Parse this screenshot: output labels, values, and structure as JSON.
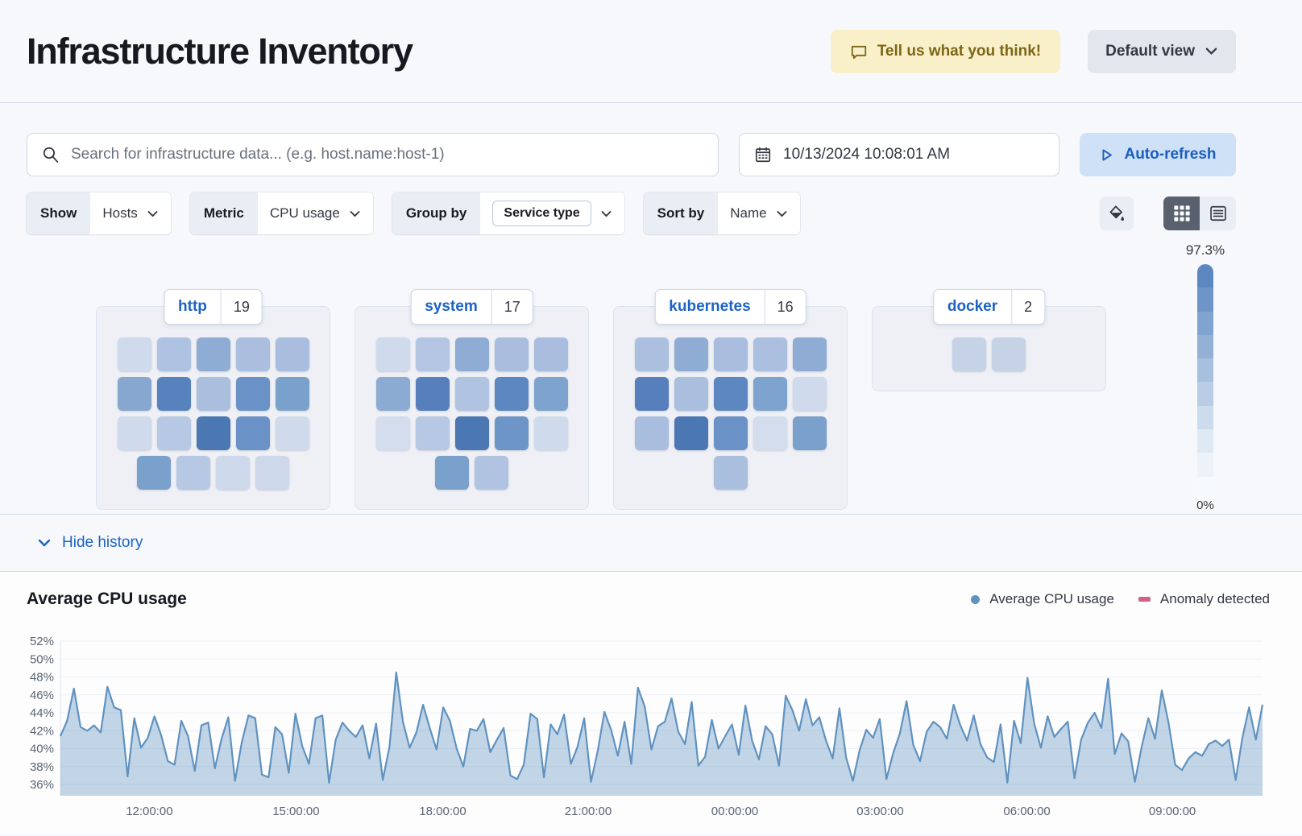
{
  "header": {
    "title": "Infrastructure Inventory",
    "feedback_label": "Tell us what you think!",
    "view_label": "Default view"
  },
  "toolbar": {
    "search_placeholder": "Search for infrastructure data... (e.g. host.name:host-1)",
    "datetime": "10/13/2024 10:08:01 AM",
    "autorefresh_label": "Auto-refresh"
  },
  "filters": {
    "show_label": "Show",
    "show_value": "Hosts",
    "metric_label": "Metric",
    "metric_value": "CPU usage",
    "groupby_label": "Group by",
    "groupby_value": "Service type",
    "sortby_label": "Sort by",
    "sortby_value": "Name"
  },
  "icons": {
    "feedback": "speech-bubble",
    "view_caret": "chevron-down",
    "search": "magnifier",
    "date": "calendar",
    "autorefresh": "play-outline",
    "fill_color": "paint-bucket",
    "view_grid": "grid-3x3",
    "view_table": "table-list",
    "history_caret": "chevron-down"
  },
  "colors": {
    "accent_blue": "#1d63c4",
    "warning_bg": "#f9efc9",
    "warning_text": "#7c6716",
    "autorefresh_bg": "#cfe1f6",
    "chart_line": "#6092c0",
    "anomaly": "#d36086"
  },
  "scale": {
    "max_label": "97.3%",
    "min_label": "0%",
    "gradient": [
      "#5d87c0",
      "#6e95c8",
      "#80a3cf",
      "#93b1d7",
      "#a6c0de",
      "#b9cee6",
      "#ccdced",
      "#dfe9f4",
      "#edf2f9",
      "#f7fafd"
    ]
  },
  "groups": [
    {
      "name": "http",
      "count": "19",
      "rows": [
        [
          "#cfdbec",
          "#aec3e1",
          "#8fadd4",
          "#aabfde",
          "#a9bedf"
        ],
        [
          "#87a7d0",
          "#5882be",
          "#aabfde",
          "#6b92c6",
          "#7aa0cc"
        ],
        [
          "#cfdbec",
          "#b6c8e3",
          "#4b77b2",
          "#6b92c6",
          "#cfdbec"
        ],
        [
          "#7aa0cc",
          "#b6c8e3",
          "#cdd9ea",
          "#cdd9ea"
        ]
      ]
    },
    {
      "name": "system",
      "count": "17",
      "rows": [
        [
          "#cfdbec",
          "#b3c5e2",
          "#8fadd4",
          "#a9bedf",
          "#a9bedf"
        ],
        [
          "#8cabd2",
          "#567fbc",
          "#b0c3e0",
          "#5d87c0",
          "#7ea3ce"
        ],
        [
          "#d3ddee",
          "#b6c8e3",
          "#4b77b2",
          "#6e95c8",
          "#cfdbec"
        ],
        [
          "#7aa0cc",
          "#b0c3e0"
        ]
      ]
    },
    {
      "name": "kubernetes",
      "count": "16",
      "rows": [
        [
          "#abc0df",
          "#8fadd4",
          "#a9bedf",
          "#abc0df",
          "#8fadd4"
        ],
        [
          "#567fbc",
          "#aabfde",
          "#5d87c0",
          "#7ea3ce",
          "#cfdbec"
        ],
        [
          "#a9bedf",
          "#4b77b2",
          "#6b92c6",
          "#d3ddee",
          "#7aa0cc"
        ],
        [
          "#aabfde"
        ]
      ]
    },
    {
      "name": "docker",
      "count": "2",
      "rows": [
        [
          "#c6d2e6",
          "#c6d2e6"
        ]
      ]
    }
  ],
  "history": {
    "toggle_label": "Hide history"
  },
  "chart": {
    "title": "Average CPU usage",
    "legend": [
      {
        "label": "Average CPU usage",
        "color": "#6092c0",
        "shape": "dot"
      },
      {
        "label": "Anomaly detected",
        "color": "#d36086",
        "shape": "bar"
      }
    ]
  },
  "chart_data": {
    "type": "area",
    "title": "Average CPU usage",
    "ylabel": "Average CPU usage (%)",
    "ylim": [
      34.5,
      53
    ],
    "yticks": [
      52,
      50,
      48,
      46,
      44,
      42,
      40,
      38,
      36
    ],
    "ytick_labels": [
      "52%",
      "50%",
      "48%",
      "46%",
      "44%",
      "42%",
      "40%",
      "38%",
      "36%"
    ],
    "xticks": [
      "12:00:00",
      "15:00:00",
      "18:00:00",
      "21:00:00",
      "00:00:00",
      "03:00:00",
      "06:00:00",
      "09:00:00"
    ],
    "grid": true,
    "legend_position": "top-right",
    "series": [
      {
        "name": "Average CPU usage",
        "values": [
          41.4,
          43.1,
          46.7,
          42.4,
          42.0,
          42.6,
          41.8,
          46.9,
          44.6,
          44.3,
          36.9,
          43.4,
          40.1,
          41.2,
          43.6,
          41.5,
          38.6,
          38.2,
          43.1,
          41.4,
          37.5,
          42.6,
          42.9,
          37.8,
          41.1,
          43.5,
          36.4,
          40.7,
          43.7,
          43.4,
          37.1,
          36.8,
          42.4,
          41.6,
          37.3,
          43.9,
          40.3,
          38.3,
          43.4,
          43.7,
          36.2,
          41.0,
          42.9,
          42.0,
          41.3,
          42.6,
          38.9,
          42.8,
          36.5,
          40.2,
          48.5,
          43.0,
          40.1,
          41.8,
          44.9,
          42.3,
          39.9,
          44.6,
          43.1,
          40.0,
          38.0,
          42.2,
          42.0,
          43.3,
          39.6,
          41.0,
          42.3,
          37.0,
          36.6,
          38.2,
          43.9,
          43.3,
          36.8,
          42.7,
          41.6,
          43.8,
          38.3,
          40.2,
          43.4,
          36.3,
          39.7,
          44.1,
          42.1,
          39.2,
          43.0,
          38.3,
          46.8,
          44.7,
          39.9,
          42.5,
          43.0,
          45.6,
          41.9,
          40.5,
          45.2,
          38.1,
          39.1,
          43.2,
          40.0,
          41.4,
          42.7,
          39.3,
          44.8,
          40.9,
          38.8,
          42.5,
          41.6,
          38.1,
          45.9,
          44.3,
          42.0,
          45.5,
          42.6,
          43.5,
          40.9,
          38.9,
          44.5,
          39.0,
          36.4,
          39.8,
          42.1,
          41.2,
          43.3,
          36.6,
          39.5,
          41.7,
          45.3,
          40.4,
          38.6,
          41.9,
          43.0,
          42.4,
          41.1,
          44.9,
          42.6,
          40.9,
          43.7,
          40.5,
          39.0,
          38.5,
          42.7,
          36.2,
          43.1,
          40.6,
          47.9,
          42.8,
          40.1,
          43.6,
          41.3,
          42.2,
          43.0,
          36.7,
          41.0,
          42.9,
          44.0,
          42.3,
          47.8,
          39.4,
          41.7,
          40.8,
          36.3,
          40.2,
          43.4,
          41.1,
          46.5,
          42.9,
          38.2,
          37.6,
          38.9,
          39.6,
          39.2,
          40.5,
          40.9,
          40.3,
          41.0,
          36.5,
          41.2,
          44.6,
          41.0,
          44.9
        ]
      }
    ]
  }
}
